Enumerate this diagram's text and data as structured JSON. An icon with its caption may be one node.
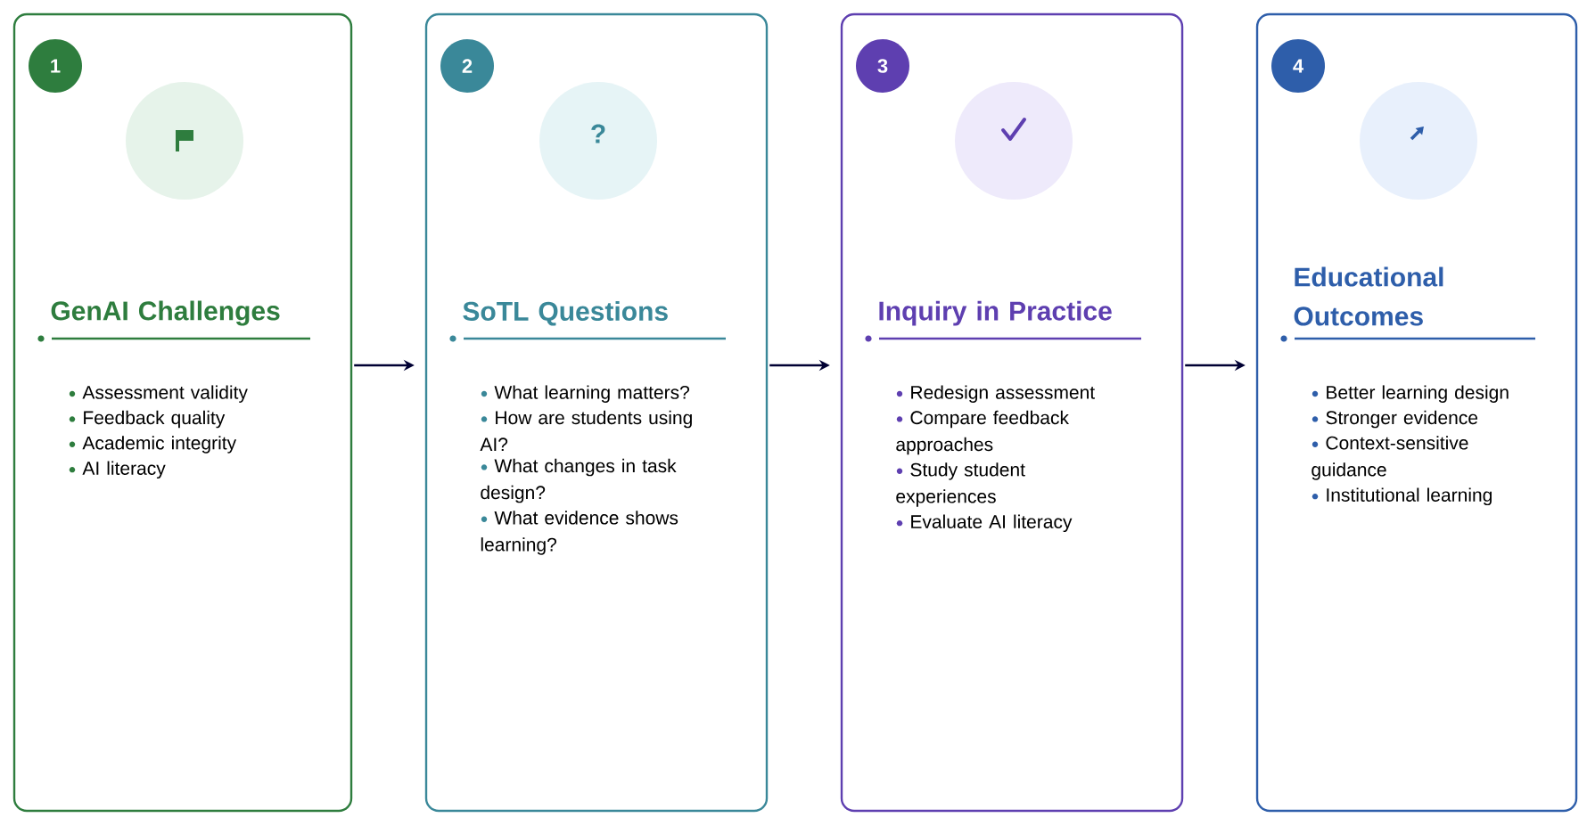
{
  "diagram": {
    "nodes": [
      {
        "text": [
          "GenAI Challenges",
          "Assessment validity",
          "Feedback quality",
          "Academic integrity",
          "AI literacy"
        ]
      },
      {
        "text": [
          "1"
        ],
        "in": 0
      },
      {
        "text": [
          "SoTL Questions",
          "What learning matters?",
          "How are students using AI?",
          "What changes in task design?",
          "What evidence shows learning?"
        ]
      },
      {
        "text": [
          "2"
        ],
        "in": 2
      },
      {
        "text": [
          "Inquiry in Practice",
          "Redesign assessment",
          "Compare feedback approaches",
          "Study student experiences",
          "Evaluate AI literacy"
        ]
      },
      {
        "text": [
          "3"
        ],
        "in": 4
      },
      {
        "text": [
          "Educational Outcomes",
          "Better learning design",
          "Stronger evidence",
          "Context-sensitive guidance",
          "Institutional learning"
        ]
      },
      {
        "text": [
          "4"
        ],
        "in": 6
      }
    ],
    "edges": [
      {
        "from": 0,
        "to": 2,
        "arrow": "to"
      },
      {
        "from": 2,
        "to": 4,
        "arrow": "to"
      },
      {
        "from": 4,
        "to": 6,
        "arrow": "to"
      }
    ],
    "labels": [
      "?"
    ]
  }
}
